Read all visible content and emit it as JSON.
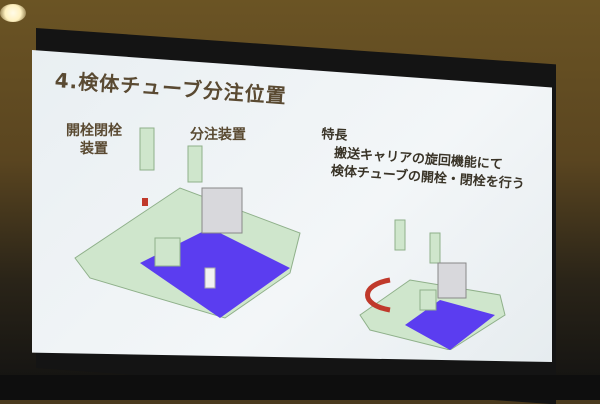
{
  "slide": {
    "title": "4.検体チューブ分注位置",
    "labels": {
      "capper": [
        "開栓閉栓",
        "装置"
      ],
      "dispenser": "分注装置"
    },
    "features": {
      "heading": "特長",
      "line1": "搬送キャリアの旋回機能にて",
      "line2": "検体チューブの開栓・閉栓を行う"
    }
  },
  "colors": {
    "slide_bg": "#eef2f4",
    "text": "#5a4a32",
    "equipment_green": "#cfe6cc",
    "transport_blue": "#5b3df0",
    "rotation_arrow": "#c0392b",
    "box_gray": "#d8d8dc"
  }
}
